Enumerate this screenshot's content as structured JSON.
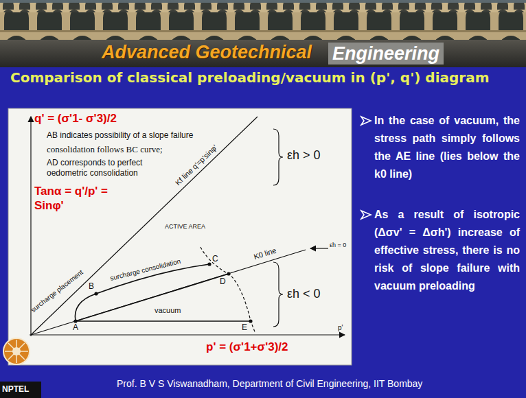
{
  "diagram": {
    "title": "Comparison of classical preloading/vacuum in (p', q') diagram",
    "labels": [
      "Advanced Geotechnical",
      "Engineering",
      "q' = (σ'1- σ'3)/2",
      "AB indicates possibility of a slope failure",
      "consolidation follows BC curve;",
      "AD corresponds to perfect oedometric consolidation",
      "Tanα = q'/p' = Sinφ'",
      "εh > 0",
      "ACTIVE AREA",
      "Kf line q'=p'sinφ'",
      "K0 line",
      "εh = 0",
      "εh < 0",
      "surcharge placement",
      "surcharge consolidation",
      "vacuum",
      "A",
      "B",
      "C",
      "D",
      "E",
      "p' = (σ'1+σ'3)/2",
      "p'",
      "In the case of vacuum, the stress path simply follows the AE line (lies below the k0 line)",
      "As a result of isotropic (Δσv' = Δσh') increase of effective stress, there is no risk of slope failure with vacuum preloading",
      "Prof. B V S Viswanadham, Department of Civil Engineering, IIT Bombay",
      "NPTEL"
    ]
  }
}
